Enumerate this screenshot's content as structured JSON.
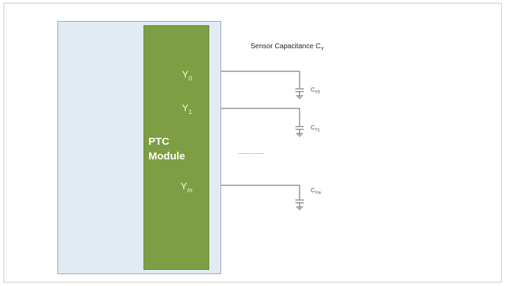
{
  "diagram": {
    "module_label_line1": "PTC",
    "module_label_line2": "Module",
    "heading_text": "Sensor Capacitance C",
    "heading_sub": "Y",
    "ellipsis": "...............",
    "pins": [
      {
        "letter": "Y",
        "sub": "0"
      },
      {
        "letter": "Y",
        "sub": "1"
      },
      {
        "letter": "Y",
        "sub": "m"
      }
    ],
    "caps": [
      {
        "letter": "C",
        "sub": "Y0"
      },
      {
        "letter": "C",
        "sub": "Y1"
      },
      {
        "letter": "C",
        "sub": "Ym"
      }
    ]
  },
  "colors": {
    "module_fill": "#7e9e43",
    "chip_fill": "#e2ebf4",
    "wire": "#555555"
  }
}
